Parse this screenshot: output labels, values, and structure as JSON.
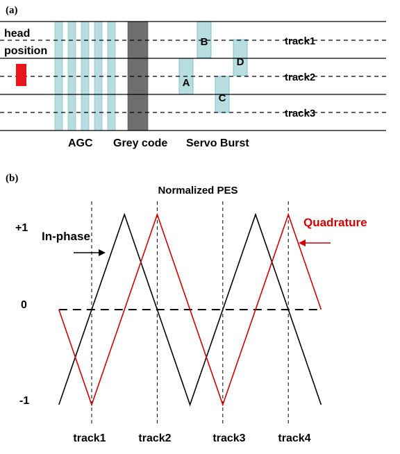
{
  "panel_a": {
    "label": "(a)",
    "head_label_line1": "head",
    "head_label_line2": "position",
    "bursts": {
      "a": "A",
      "b": "B",
      "c": "C",
      "d": "D"
    },
    "tracks": {
      "t1": "track1",
      "t2": "track2",
      "t3": "track3"
    },
    "fields": {
      "agc": "AGC",
      "grey": "Grey code",
      "servo": "Servo Burst"
    },
    "colors": {
      "agc": "#b8dde0",
      "grey": "#6e6e6e",
      "burst": "#b8dde0",
      "head": "#e8161c"
    }
  },
  "panel_b": {
    "label": "(b)",
    "title": "Normalized PES",
    "inphase_label": "In-phase",
    "quadrature_label": "Quadrature",
    "y_ticks": {
      "plus1": "+1",
      "zero": "0",
      "minus1": "-1"
    },
    "x_ticks": {
      "t1": "track1",
      "t2": "track2",
      "t3": "track3",
      "t4": "track4"
    }
  },
  "chart_data": {
    "type": "line",
    "title": "Normalized PES",
    "xlabel": "",
    "ylabel": "",
    "x_tick_labels": [
      "track1",
      "track2",
      "track3",
      "track4"
    ],
    "xlim": [
      0,
      3.5
    ],
    "ylim": [
      -1,
      1
    ],
    "series": [
      {
        "name": "In-phase",
        "color": "#000000",
        "points": [
          [
            -0.5,
            -1
          ],
          [
            0.5,
            1
          ],
          [
            1.5,
            -1
          ],
          [
            2.5,
            1
          ],
          [
            3.5,
            -1
          ]
        ]
      },
      {
        "name": "Quadrature",
        "color": "#d10000",
        "points": [
          [
            -0.5,
            0
          ],
          [
            0,
            -1
          ],
          [
            1,
            1
          ],
          [
            2,
            -1
          ],
          [
            3,
            1
          ],
          [
            3.5,
            0
          ]
        ]
      }
    ]
  }
}
